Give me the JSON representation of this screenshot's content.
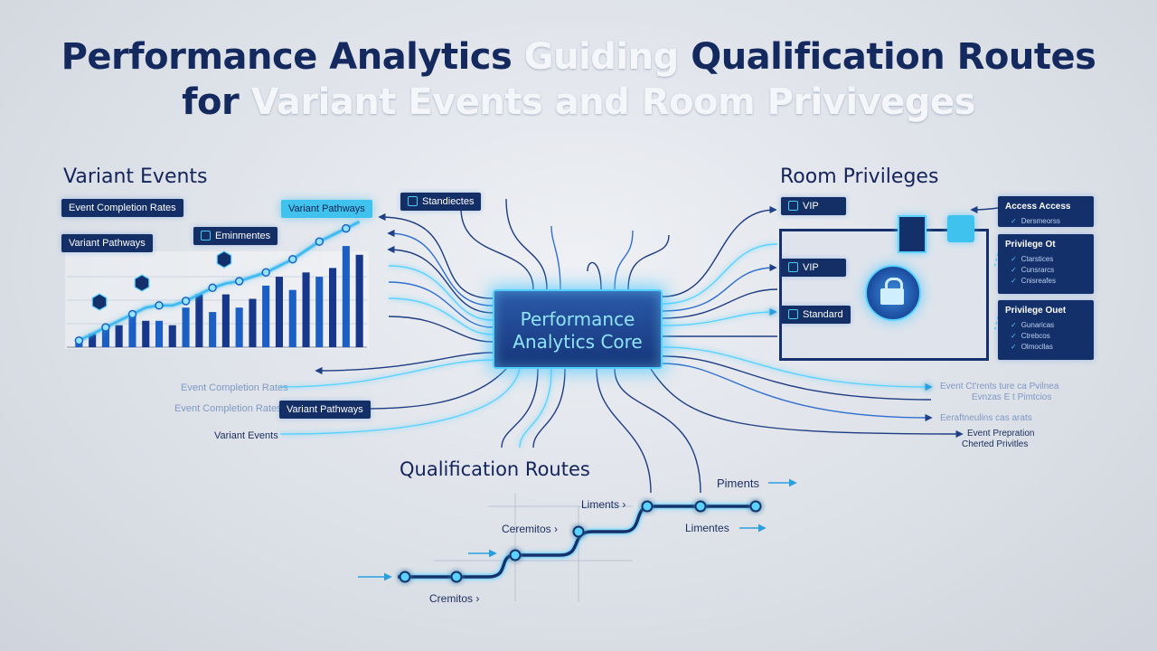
{
  "title": {
    "line1_dark": "Performance Analytics",
    "line1_light": "Guiding",
    "line1_dark2": "Qualification Routes",
    "line2_dark": "for",
    "line2_light": "Variant Events and Room Priviveges"
  },
  "core": {
    "line1": "Performance",
    "line2": "Analytics Core"
  },
  "variant_events": {
    "title": "Variant Events",
    "tag_completion": "Event Completion Rates",
    "tag_pathways": "Variant Pathways",
    "tag_cyan": "Variant Pathways",
    "tag_icon": "Eminmentes",
    "tag_standard": "Standiectes",
    "bottom_label_1": "Event Completion Rates",
    "bottom_label_2": "Event Completion Rates",
    "bottom_tag": "Variant Pathways",
    "bottom_label_3": "Variant Events"
  },
  "chart_data": {
    "type": "bar",
    "title": "",
    "bar_values": [
      2,
      3,
      4,
      5,
      7,
      6,
      6,
      5,
      9,
      12,
      8,
      12,
      9,
      11,
      14,
      16,
      13,
      17,
      16,
      18,
      23,
      21
    ],
    "line_values": [
      1.5,
      3,
      4.5,
      6,
      7.5,
      9,
      9.5,
      9.5,
      10.5,
      12,
      13.5,
      14.5,
      15,
      16,
      17,
      18.5,
      20,
      22,
      24,
      25.5,
      27,
      28.5
    ],
    "ylim": [
      0,
      30
    ],
    "accent": "#1c5fc4",
    "line_color": "#36b8f0"
  },
  "room_privileges": {
    "title": "Room Privileges",
    "tag_vip_1": "VIP",
    "tag_vip_2": "VIP",
    "tag_standard": "Standard",
    "panel_access": {
      "header": "Access Access",
      "items": [
        "Dersmeorss"
      ]
    },
    "panel_privilege": {
      "header": "Privilege Ot",
      "items": [
        "Ctarstices",
        "Cunsrarcs",
        "Cnisreafes"
      ]
    },
    "panel_privilege_ouet": {
      "header": "Privilege Ouet",
      "items": [
        "Gunaricas",
        "Ctrebcos",
        "Olmocllas"
      ]
    },
    "right_label_1a": "Event Ct'rents ture ca Pvilnea",
    "right_label_1b": "Evnzas E t Pimtcios",
    "right_label_2": "Eeraftneulins cas arats",
    "right_label_3a": "Event Prepration",
    "right_label_3b": "Cherted Privitles"
  },
  "qualification_routes": {
    "title": "Qualification Routes",
    "label_piments": "Piments",
    "label_liments": "Liments",
    "label_limentes": "Limentes",
    "label_ceremitos": "Ceremitos",
    "label_cremitos": "Cremitos"
  },
  "colors": {
    "navy": "#14295e",
    "cyan": "#3fc2ee",
    "line_blue": "#2f6fd0",
    "line_glow": "#5cd2ff"
  }
}
